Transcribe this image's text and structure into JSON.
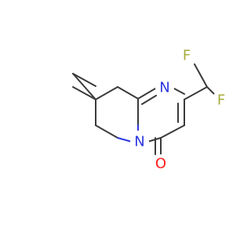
{
  "diagram": {
    "atoms": {
      "n_top": {
        "label": "N",
        "color": "#2c37e0"
      },
      "n_bridge": {
        "label": "N",
        "color": "#2c37e0"
      },
      "oxygen": {
        "label": "O",
        "color": "#ff1a1a"
      },
      "fluorine_left": {
        "label": "F",
        "color": "#a7ab3a"
      },
      "fluorine_right": {
        "label": "F",
        "color": "#a7ab3a"
      }
    }
  }
}
